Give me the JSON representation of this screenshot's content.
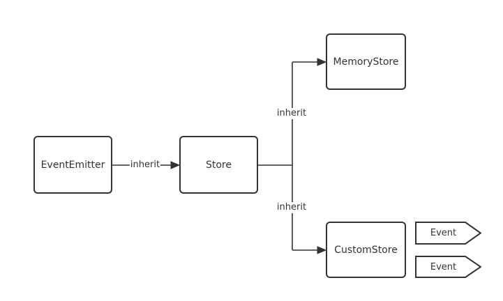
{
  "diagram": {
    "background_color": "#ffffff",
    "stroke_color": "#333333",
    "text_color": "#333333",
    "nodes": [
      {
        "id": "eventemitter",
        "label": "EventEmitter",
        "shape": "rounded-rectangle"
      },
      {
        "id": "store",
        "label": "Store",
        "shape": "rounded-rectangle"
      },
      {
        "id": "memorystore",
        "label": "MemoryStore",
        "shape": "rounded-rectangle"
      },
      {
        "id": "customstore",
        "label": "CustomStore",
        "shape": "rounded-rectangle"
      },
      {
        "id": "event-top",
        "label": "Event",
        "shape": "signal-arrow"
      },
      {
        "id": "event-bottom",
        "label": "Event",
        "shape": "signal-arrow"
      }
    ],
    "edges": [
      {
        "from": "EventEmitter",
        "to": "Store",
        "label": "inherit"
      },
      {
        "from": "Store",
        "to": "MemoryStore",
        "label": "inherit"
      },
      {
        "from": "Store",
        "to": "CustomStore",
        "label": "inherit"
      }
    ]
  }
}
